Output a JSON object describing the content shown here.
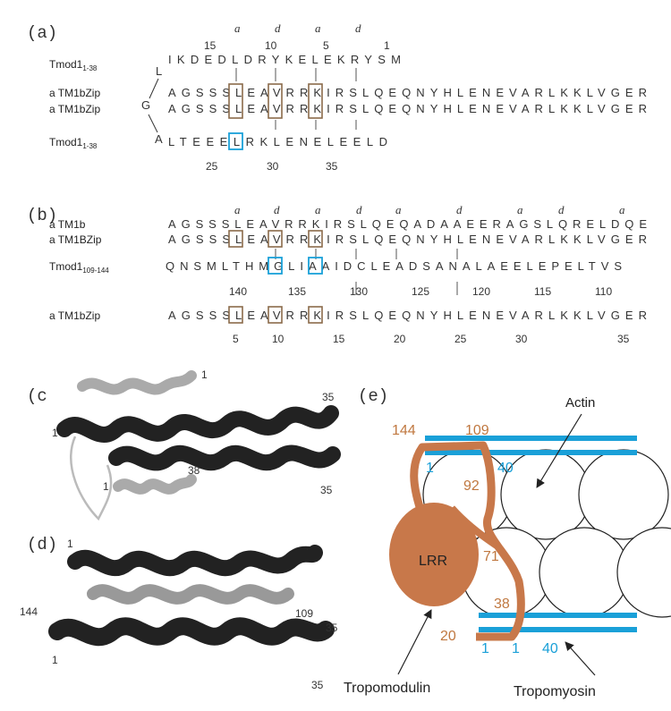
{
  "panels": {
    "a": "(a)",
    "b": "(b)",
    "c": "(c",
    "d": "(d)",
    "e": "(e)"
  },
  "heptad_a": [
    "a",
    "d",
    "a",
    "d"
  ],
  "heptad_b": [
    "a",
    "d",
    "a",
    "d",
    "a",
    "d",
    "a",
    "d",
    "a"
  ],
  "panel_a": {
    "num_top": [
      "15",
      "10",
      "5",
      "1"
    ],
    "tmod_top_label": "Tmod1",
    "tmod_top_sub": "1-38",
    "tmod_top_seq": "IKDEDLDRYKELEKRYSM",
    "linker": [
      "L",
      "G",
      "A"
    ],
    "zip1_label": "a TM1bZip",
    "zip2_label": "a TM1bZip",
    "zip_seq": "AGSSSLEAVRRKIRSLQEQNYHLENEVARLKKLVGER",
    "tmod_bot_label": "Tmod1",
    "tmod_bot_sub": "1-38",
    "tmod_bot_seq": "LTEEELRKLENELEELD",
    "num_bottom": [
      "25",
      "30",
      "35"
    ]
  },
  "panel_b": {
    "tm1b_label": "a TM1b",
    "tm1b_seq": "AGSSSLEAVRRKIRSLQEQADAAEERAGSLQRELDQE",
    "zip_label": "a TM1BZip",
    "zip_seq": "AGSSSLEAVRRKIRSLQEQNYHLENEVARLKKLVGER",
    "tmod_label": "Tmod1",
    "tmod_sub": "109-144",
    "tmod_seq": "QNSMLTHMGLIAAIDCLEADSANALAEELEPELTVS",
    "num_mid": [
      "140",
      "135",
      "130",
      "125",
      "120",
      "115",
      "110"
    ],
    "zip2_label": "a TM1bZip",
    "zip2_seq": "AGSSSLEAVRRKIRSLQEQNYHLENEVARLKKLVGER",
    "num_bottom": [
      "5",
      "10",
      "15",
      "20",
      "25",
      "30",
      "35"
    ]
  },
  "panel_c": {
    "n1": "1",
    "n35a": "35",
    "n1b": "1",
    "n38": "38",
    "n1c": "1",
    "n35b": "35"
  },
  "panel_d": {
    "n1": "1",
    "n144": "144",
    "n109": "109",
    "n35a": "35",
    "n1b": "1",
    "n35b": "35"
  },
  "panel_e": {
    "actin": "Actin",
    "n144": "144",
    "n109": "109",
    "n92": "92",
    "n71": "71",
    "n38": "38",
    "n20": "20",
    "top_1": "1",
    "top_40": "40",
    "bot_1a": "1",
    "bot_1b": "1",
    "bot_40": "40",
    "lrr": "LRR",
    "tropomodulin": "Tropomodulin",
    "tropomyosin": "Tropomyosin"
  },
  "colors": {
    "brown": "#c07840",
    "blue": "#1aa0d8",
    "dark_ribbon": "#222222",
    "light_ribbon": "#aaaaaa"
  }
}
